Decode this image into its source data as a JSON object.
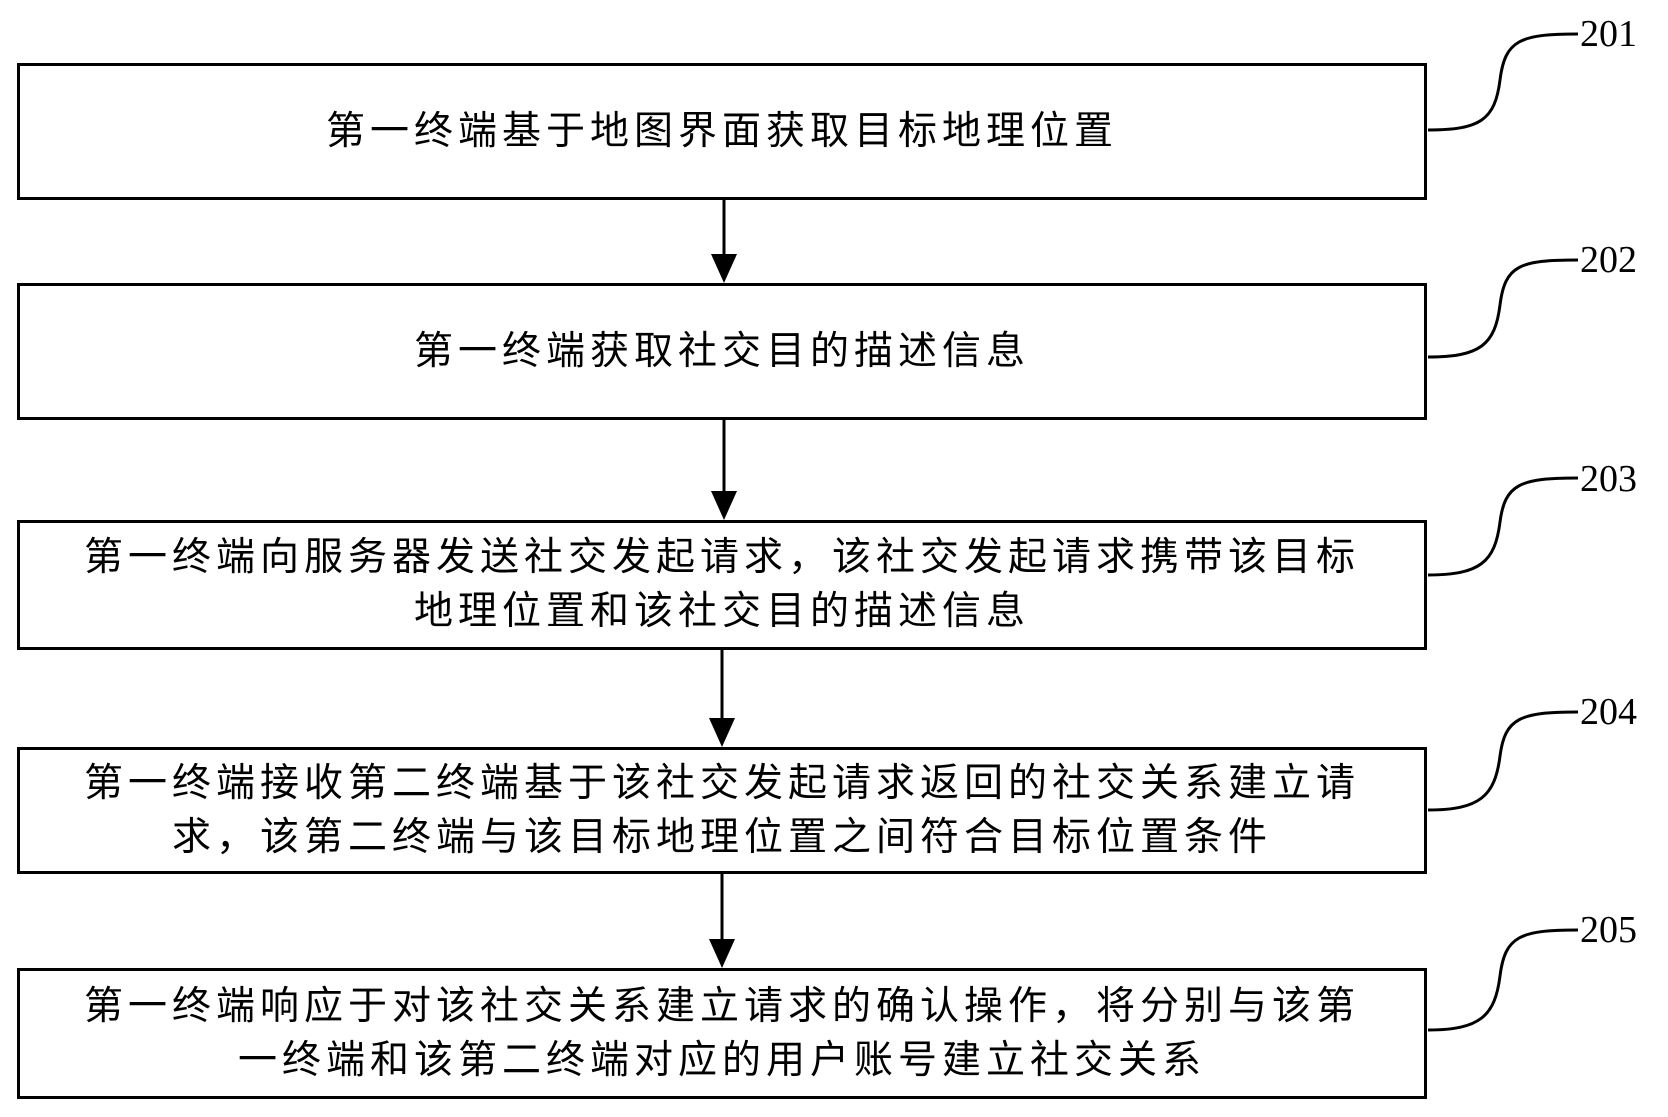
{
  "steps": [
    {
      "number": "201",
      "text": "第一终端基于地图界面获取目标地理位置"
    },
    {
      "number": "202",
      "text": "第一终端获取社交目的描述信息"
    },
    {
      "number": "203",
      "text": "第一终端向服务器发送社交发起请求，该社交发起请求携带该目标\n地理位置和该社交目的描述信息"
    },
    {
      "number": "204",
      "text": "第一终端接收第二终端基于该社交发起请求返回的社交关系建立请\n求，该第二终端与该目标地理位置之间符合目标位置条件"
    },
    {
      "number": "205",
      "text": "第一终端响应于对该社交关系建立请求的确认操作，将分别与该第\n一终端和该第二终端对应的用户账号建立社交关系"
    }
  ]
}
